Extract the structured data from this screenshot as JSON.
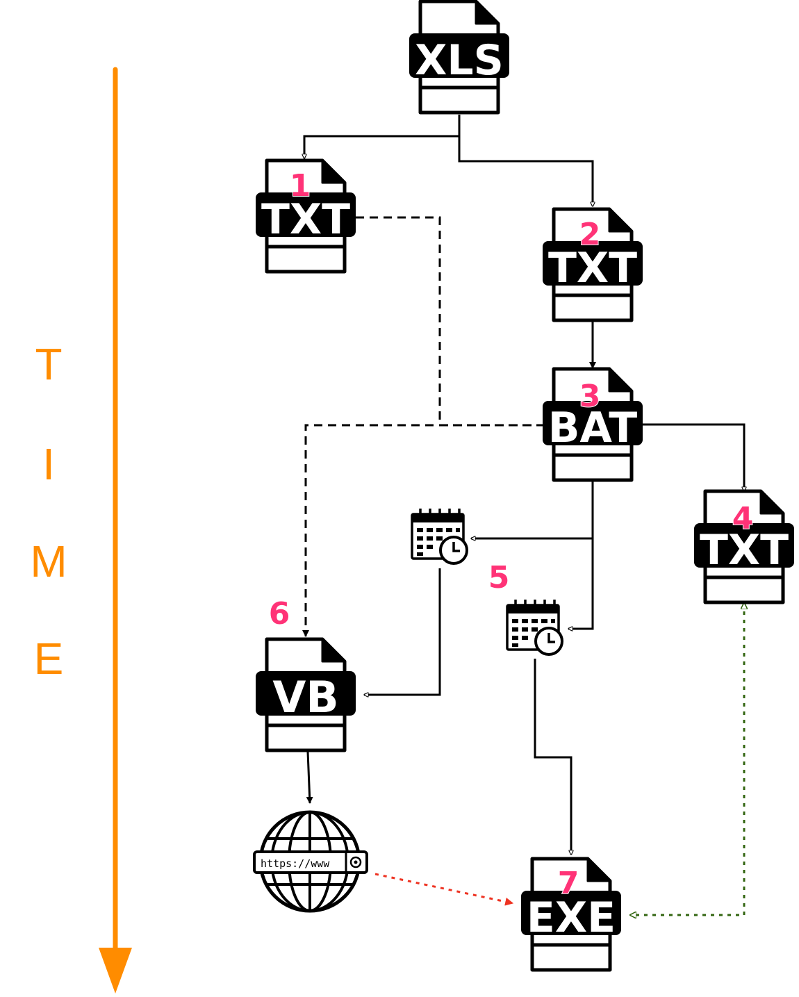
{
  "timeline": {
    "letters": [
      "T",
      "I",
      "M",
      "E"
    ],
    "color": "#ff8c00"
  },
  "colors": {
    "step_number": "#ff3377",
    "stroke": "#000000",
    "download_arrow": "#ee3322",
    "link_arrow": "#336611"
  },
  "files": {
    "xls": {
      "type": "XLS",
      "step": ""
    },
    "txt1": {
      "type": "TXT",
      "step": "1"
    },
    "txt2": {
      "type": "TXT",
      "step": "2"
    },
    "bat": {
      "type": "BAT",
      "step": "3"
    },
    "txt4": {
      "type": "TXT",
      "step": "4"
    },
    "vb": {
      "type": "VB",
      "step": ""
    },
    "exe": {
      "type": "EXE",
      "step": "7"
    }
  },
  "labels": {
    "step5": "5",
    "step6": "6"
  },
  "icons": {
    "scheduler_a": "calendar-clock-icon",
    "scheduler_b": "calendar-clock-icon",
    "web": "globe-icon"
  },
  "web": {
    "url": "https://www"
  }
}
